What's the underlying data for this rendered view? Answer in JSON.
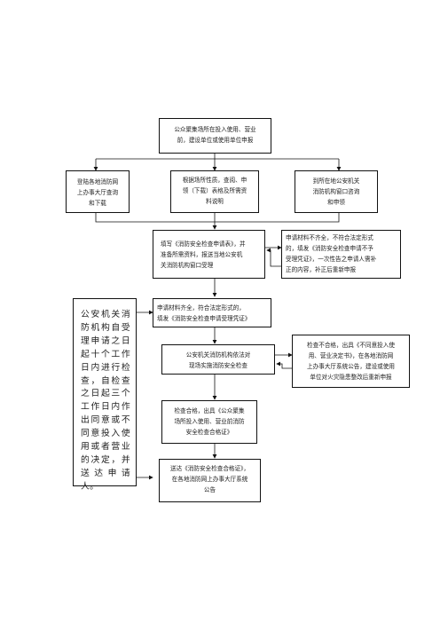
{
  "nodes": {
    "n1": "公众聚集场所在投入使用、营业\n前，建设单位或使用单位申报",
    "n2": "登陆各地消防网\n上办事大厅查询\n和下载",
    "n3": "根据场所性质，查阅、申\n领（下载）表格及所需资\n料说明",
    "n4": "到所在地公安机关\n消防机构窗口咨询\n和申领",
    "n5": "填写《消防安全检查申请表》，并\n准备所需资料，报送当地公安机\n关消防机构窗口受理",
    "n6": "申请材料不齐全，不符合法定形式\n的，填发《消防安全检查申请不予\n受理凭证》，一次性告之申请人需补\n正的内容，补正后重新申报",
    "n7": "申请材料齐全，符合法定形式的，\n填发《消防安全检查申请受理凭证》",
    "n8": "公安机关消防机构依法对\n现场实施消防安全检查",
    "n9": "检查不合格，出具《不同意投入使\n用、营业决定书》，在各地消防网\n上办事大厅系统公告，建设或使用\n单位对火灾隐患整改后重新申报",
    "n10": "检查合格，出具《公众聚集\n场所投入使用、营业前消防\n安全检查合格证》",
    "n11": "送达《消防安全检查合格证》，\n在各地消防网上办事大厅系统\n公告",
    "side": "公安机关消防机构自受理申请之日起十个工作日内进行检查，自检查之日起三个工作日内作出同意或不同意投入使用或者营业的决定，并送达申请人。"
  }
}
